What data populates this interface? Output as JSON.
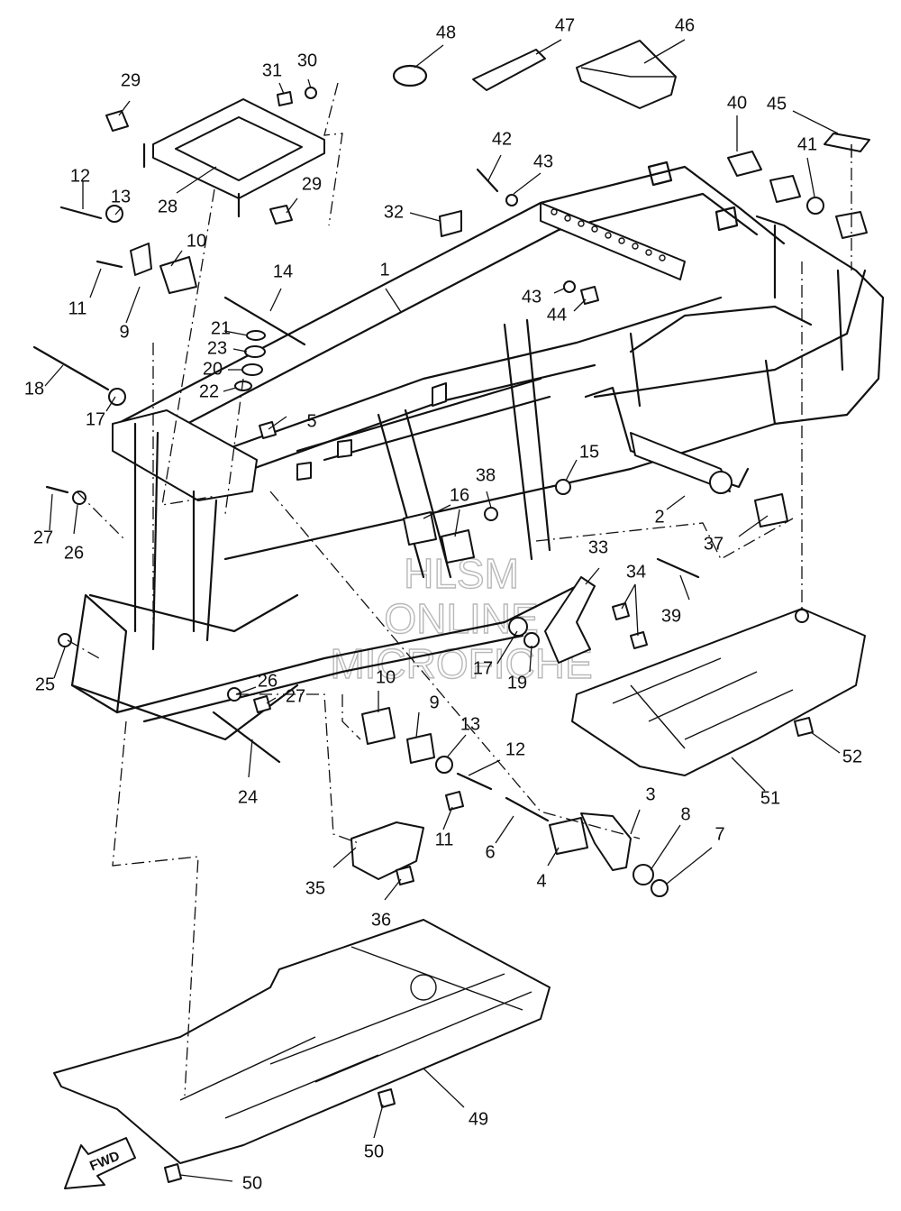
{
  "watermark": [
    "HLSM",
    "ONLINE",
    "MICROFICHE"
  ],
  "fwd_label": "FWD",
  "callouts": {
    "c1": "1",
    "c2": "2",
    "c3": "3",
    "c4": "4",
    "c5": "5",
    "c6": "6",
    "c7": "7",
    "c8": "8",
    "c9a": "9",
    "c9b": "9",
    "c10a": "10",
    "c10b": "10",
    "c11a": "11",
    "c11b": "11",
    "c12a": "12",
    "c12b": "12",
    "c13a": "13",
    "c13b": "13",
    "c14": "14",
    "c15": "15",
    "c16": "16",
    "c17a": "17",
    "c17b": "17",
    "c18": "18",
    "c19": "19",
    "c20": "20",
    "c21": "21",
    "c22": "22",
    "c23": "23",
    "c24": "24",
    "c25": "25",
    "c26a": "26",
    "c26b": "26",
    "c27a": "27",
    "c27b": "27",
    "c28": "28",
    "c29a": "29",
    "c29b": "29",
    "c30": "30",
    "c31": "31",
    "c32": "32",
    "c33": "33",
    "c34": "34",
    "c35": "35",
    "c36": "36",
    "c37": "37",
    "c38": "38",
    "c39": "39",
    "c40": "40",
    "c41": "41",
    "c42": "42",
    "c43a": "43",
    "c43b": "43",
    "c44": "44",
    "c45": "45",
    "c46": "46",
    "c47": "47",
    "c48": "48",
    "c49": "49",
    "c50a": "50",
    "c50b": "50",
    "c51": "51",
    "c52": "52"
  }
}
